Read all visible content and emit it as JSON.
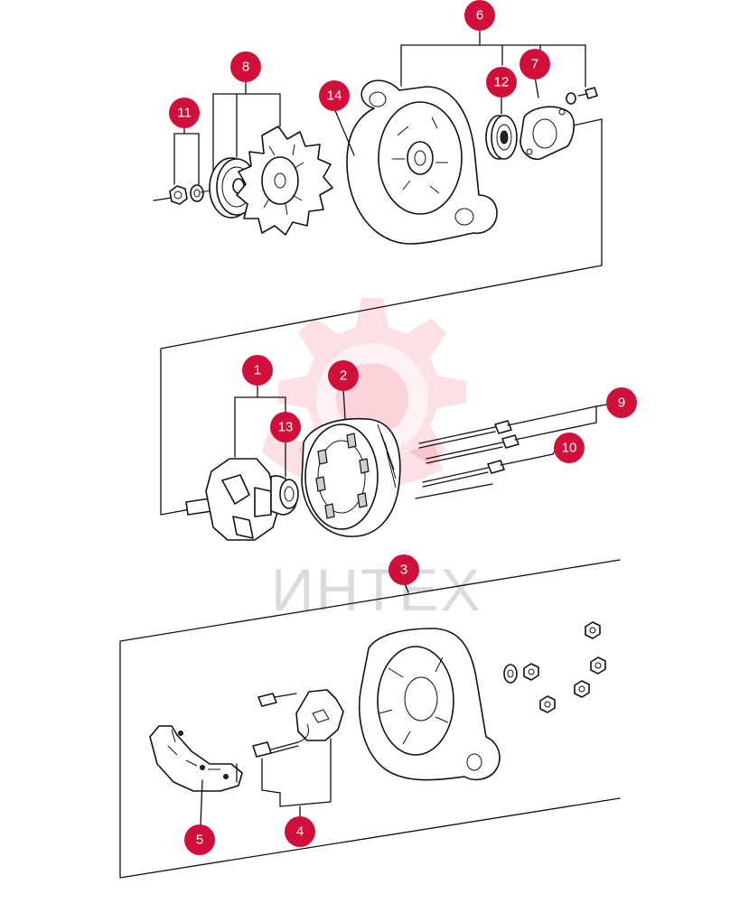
{
  "watermark": {
    "text": "ИНТЕХ"
  },
  "callouts": [
    {
      "id": "callout-1",
      "label": "1"
    },
    {
      "id": "callout-2",
      "label": "2"
    },
    {
      "id": "callout-3",
      "label": "3"
    },
    {
      "id": "callout-4",
      "label": "4"
    },
    {
      "id": "callout-5",
      "label": "5"
    },
    {
      "id": "callout-6",
      "label": "6"
    },
    {
      "id": "callout-7",
      "label": "7"
    },
    {
      "id": "callout-8",
      "label": "8"
    },
    {
      "id": "callout-9",
      "label": "9"
    },
    {
      "id": "callout-10",
      "label": "10"
    },
    {
      "id": "callout-11",
      "label": "11"
    },
    {
      "id": "callout-12",
      "label": "12"
    },
    {
      "id": "callout-13",
      "label": "13"
    },
    {
      "id": "callout-14",
      "label": "14"
    }
  ],
  "colors": {
    "badge": "#d0103a",
    "line": "#111111",
    "watermark": "#e8102e"
  }
}
